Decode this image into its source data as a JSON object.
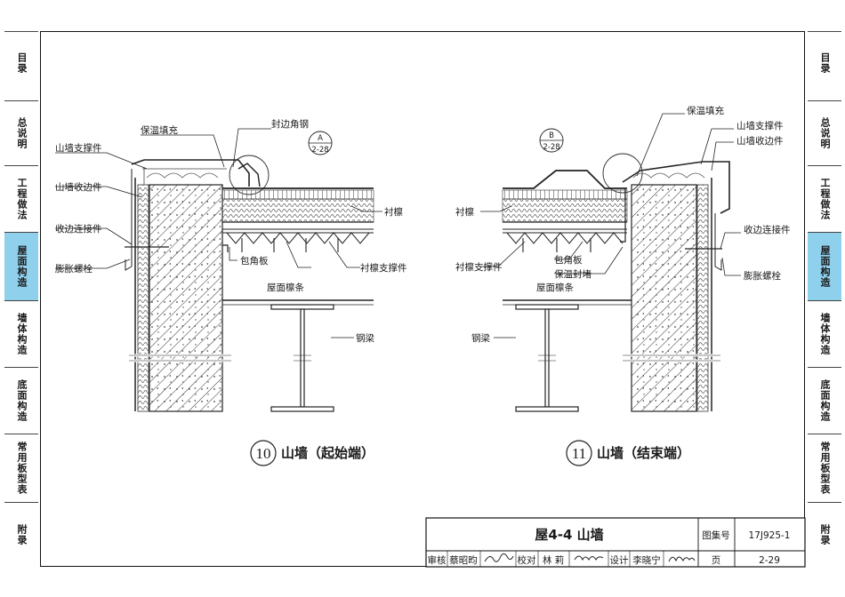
{
  "side_tabs": [
    {
      "label": "目录",
      "active": false
    },
    {
      "label": "总说明",
      "active": false
    },
    {
      "label": "工程做法",
      "active": false
    },
    {
      "label": "屋面构造",
      "active": true
    },
    {
      "label": "墙体构造",
      "active": false
    },
    {
      "label": "底面构造",
      "active": false
    },
    {
      "label": "常用板型表",
      "active": false
    },
    {
      "label": "附录",
      "active": false
    }
  ],
  "detail_10": {
    "number": "10",
    "caption": "山墙（起始端）",
    "ref_letter": "A",
    "ref_sheet": "2-28",
    "labels": {
      "insulation_fill": "保温填充",
      "edge_angle": "封边角钢",
      "gable_bracket": "山墙支撑件",
      "gable_trim": "山墙收边件",
      "trim_connector": "收边连接件",
      "anchor_bolt": "膨胀螺栓",
      "liner_purlin": "衬檩",
      "corner_plate": "包角板",
      "liner_bracket": "衬檩支撑件",
      "roof_purlin": "屋面檩条",
      "steel_beam": "钢梁"
    }
  },
  "detail_11": {
    "number": "11",
    "caption": "山墙（结束端）",
    "ref_letter": "B",
    "ref_sheet": "2-28",
    "labels": {
      "insulation_fill": "保温填充",
      "gable_bracket": "山墙支撑件",
      "gable_trim": "山墙收边件",
      "liner_purlin": "衬檩",
      "trim_connector": "收边连接件",
      "liner_bracket": "衬檩支撑件",
      "corner_plate": "包角板",
      "insulation_seal": "保温封堵",
      "anchor_bolt": "膨胀螺栓",
      "roof_purlin": "屋面檩条",
      "steel_beam": "钢梁"
    }
  },
  "title_block": {
    "title": "屋4-4  山墙",
    "atlas_label": "图集号",
    "atlas_no": "17J925-1",
    "page_label": "页",
    "page_no": "2-29",
    "review_label": "审核",
    "reviewer": "蔡昭昀",
    "check_label": "校对",
    "checker": "林 莉",
    "design_label": "设计",
    "designer": "李晓宁"
  }
}
